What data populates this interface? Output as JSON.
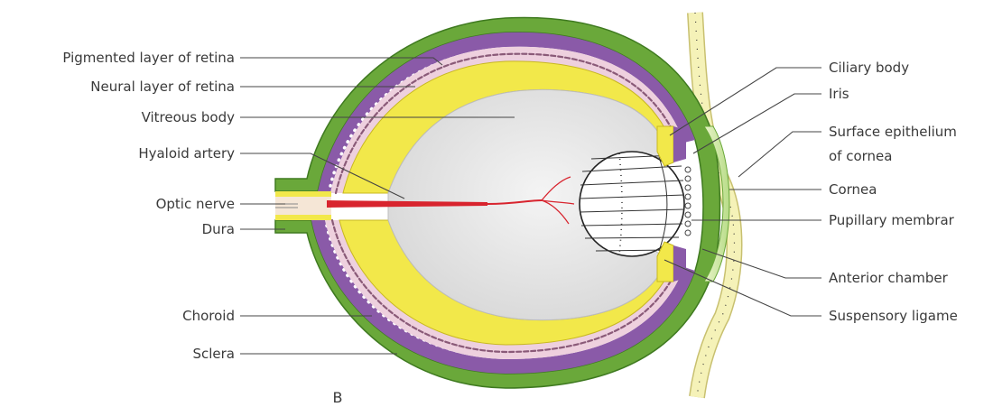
{
  "figure_letter": "B",
  "labels_left": {
    "pigmented_layer": "Pigmented layer of retina",
    "neural_layer": "Neural layer of retina",
    "vitreous_body": "Vitreous body",
    "hyaloid_artery": "Hyaloid artery",
    "optic_nerve": "Optic nerve",
    "dura": "Dura",
    "choroid": "Choroid",
    "sclera": "Sclera"
  },
  "labels_right": {
    "ciliary_body": "Ciliary body",
    "iris": "Iris",
    "surface_epithelium_1": "Surface epithelium",
    "surface_epithelium_2": "of cornea",
    "cornea": "Cornea",
    "pupillary_membrane": "Pupillary membrar",
    "anterior_chamber": "Anterior chamber",
    "suspensory_ligament": "Suspensory ligame"
  },
  "colors": {
    "sclera": "#6aa83a",
    "sclera_dark": "#4f8a2a",
    "choroid_purple": "#8a5aa8",
    "retina_pink": "#e8c8d8",
    "retina_yellow": "#f2e84a",
    "vitreous": "#e6e6e6",
    "artery": "#d8242e",
    "cornea": "#cfe8a8",
    "epithelium": "#f4f0b0"
  }
}
